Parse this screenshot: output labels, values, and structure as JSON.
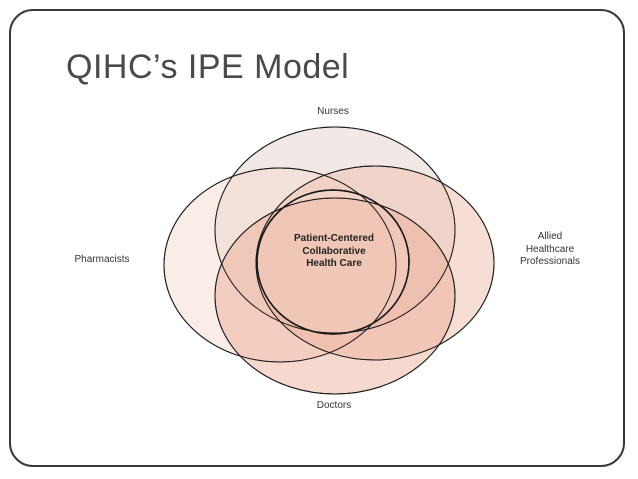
{
  "slide": {
    "title": "QIHC’s IPE Model"
  },
  "diagram": {
    "center": {
      "lines": [
        "Patient-Centered",
        "Collaborative",
        "Health Care"
      ]
    },
    "outer_labels": {
      "top": "Nurses",
      "left": "Pharmacists",
      "right": [
        "Allied",
        "Healthcare",
        "Professionals"
      ],
      "bottom": "Doctors"
    },
    "colors": {
      "nurses_fill": "#f0e4e0",
      "pharmacists_fill": "#f6ddd2",
      "allied_fill": "#efc3b2",
      "doctors_fill": "#eca892",
      "center_fill": "#f5d8cc",
      "stroke": "#1a1a1a"
    }
  }
}
